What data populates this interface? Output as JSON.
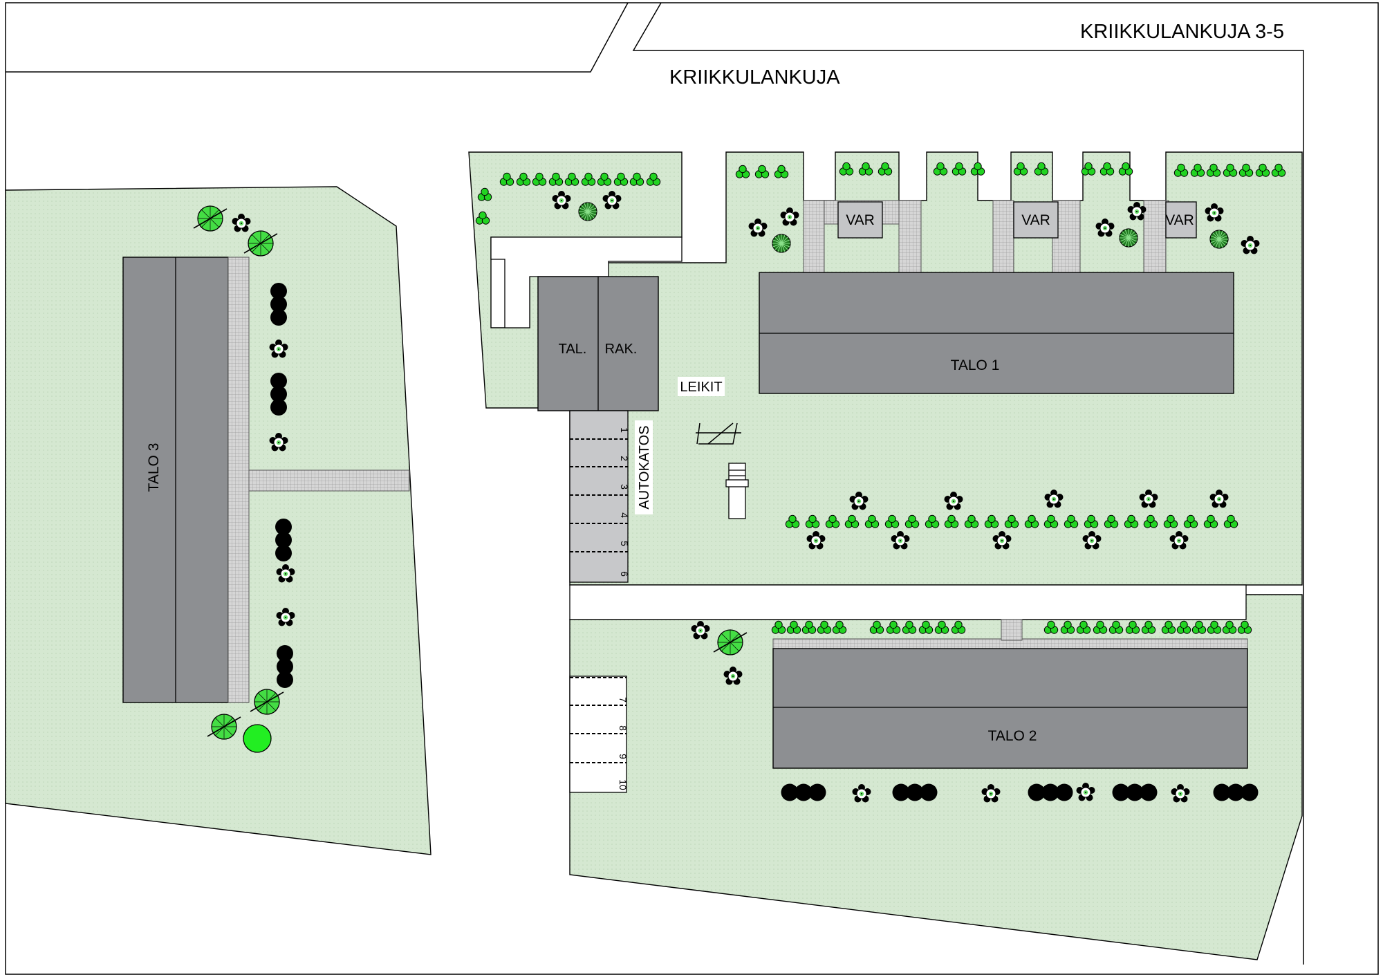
{
  "labels": {
    "address": "KRIIKKULANKUJA 3-5",
    "street": "KRIIKKULANKUJA",
    "talo1": "TALO 1",
    "talo2": "TALO 2",
    "talo3": "TALO 3",
    "tal": "TAL.",
    "rak": "RAK.",
    "leikit": "LEIKIT",
    "autokatos": "AUTOKATOS",
    "var": "VAR"
  },
  "parking_upper": [
    "1",
    "2",
    "3",
    "4",
    "5",
    "6"
  ],
  "parking_lower": [
    "7",
    "8",
    "9",
    "10"
  ],
  "colors": {
    "lawn": "#d5e8d1",
    "roof": "#8d8f92",
    "shed": "#c4c5c7",
    "path": "#c9c9c9",
    "bush": "#22d422",
    "tree_dark": "#000000",
    "tree_light": "#44dd44"
  },
  "icons": [
    "shrub-icon",
    "deciduous-tree-icon",
    "conifer-icon",
    "round-tree-icon",
    "slide-icon",
    "swing-icon"
  ]
}
